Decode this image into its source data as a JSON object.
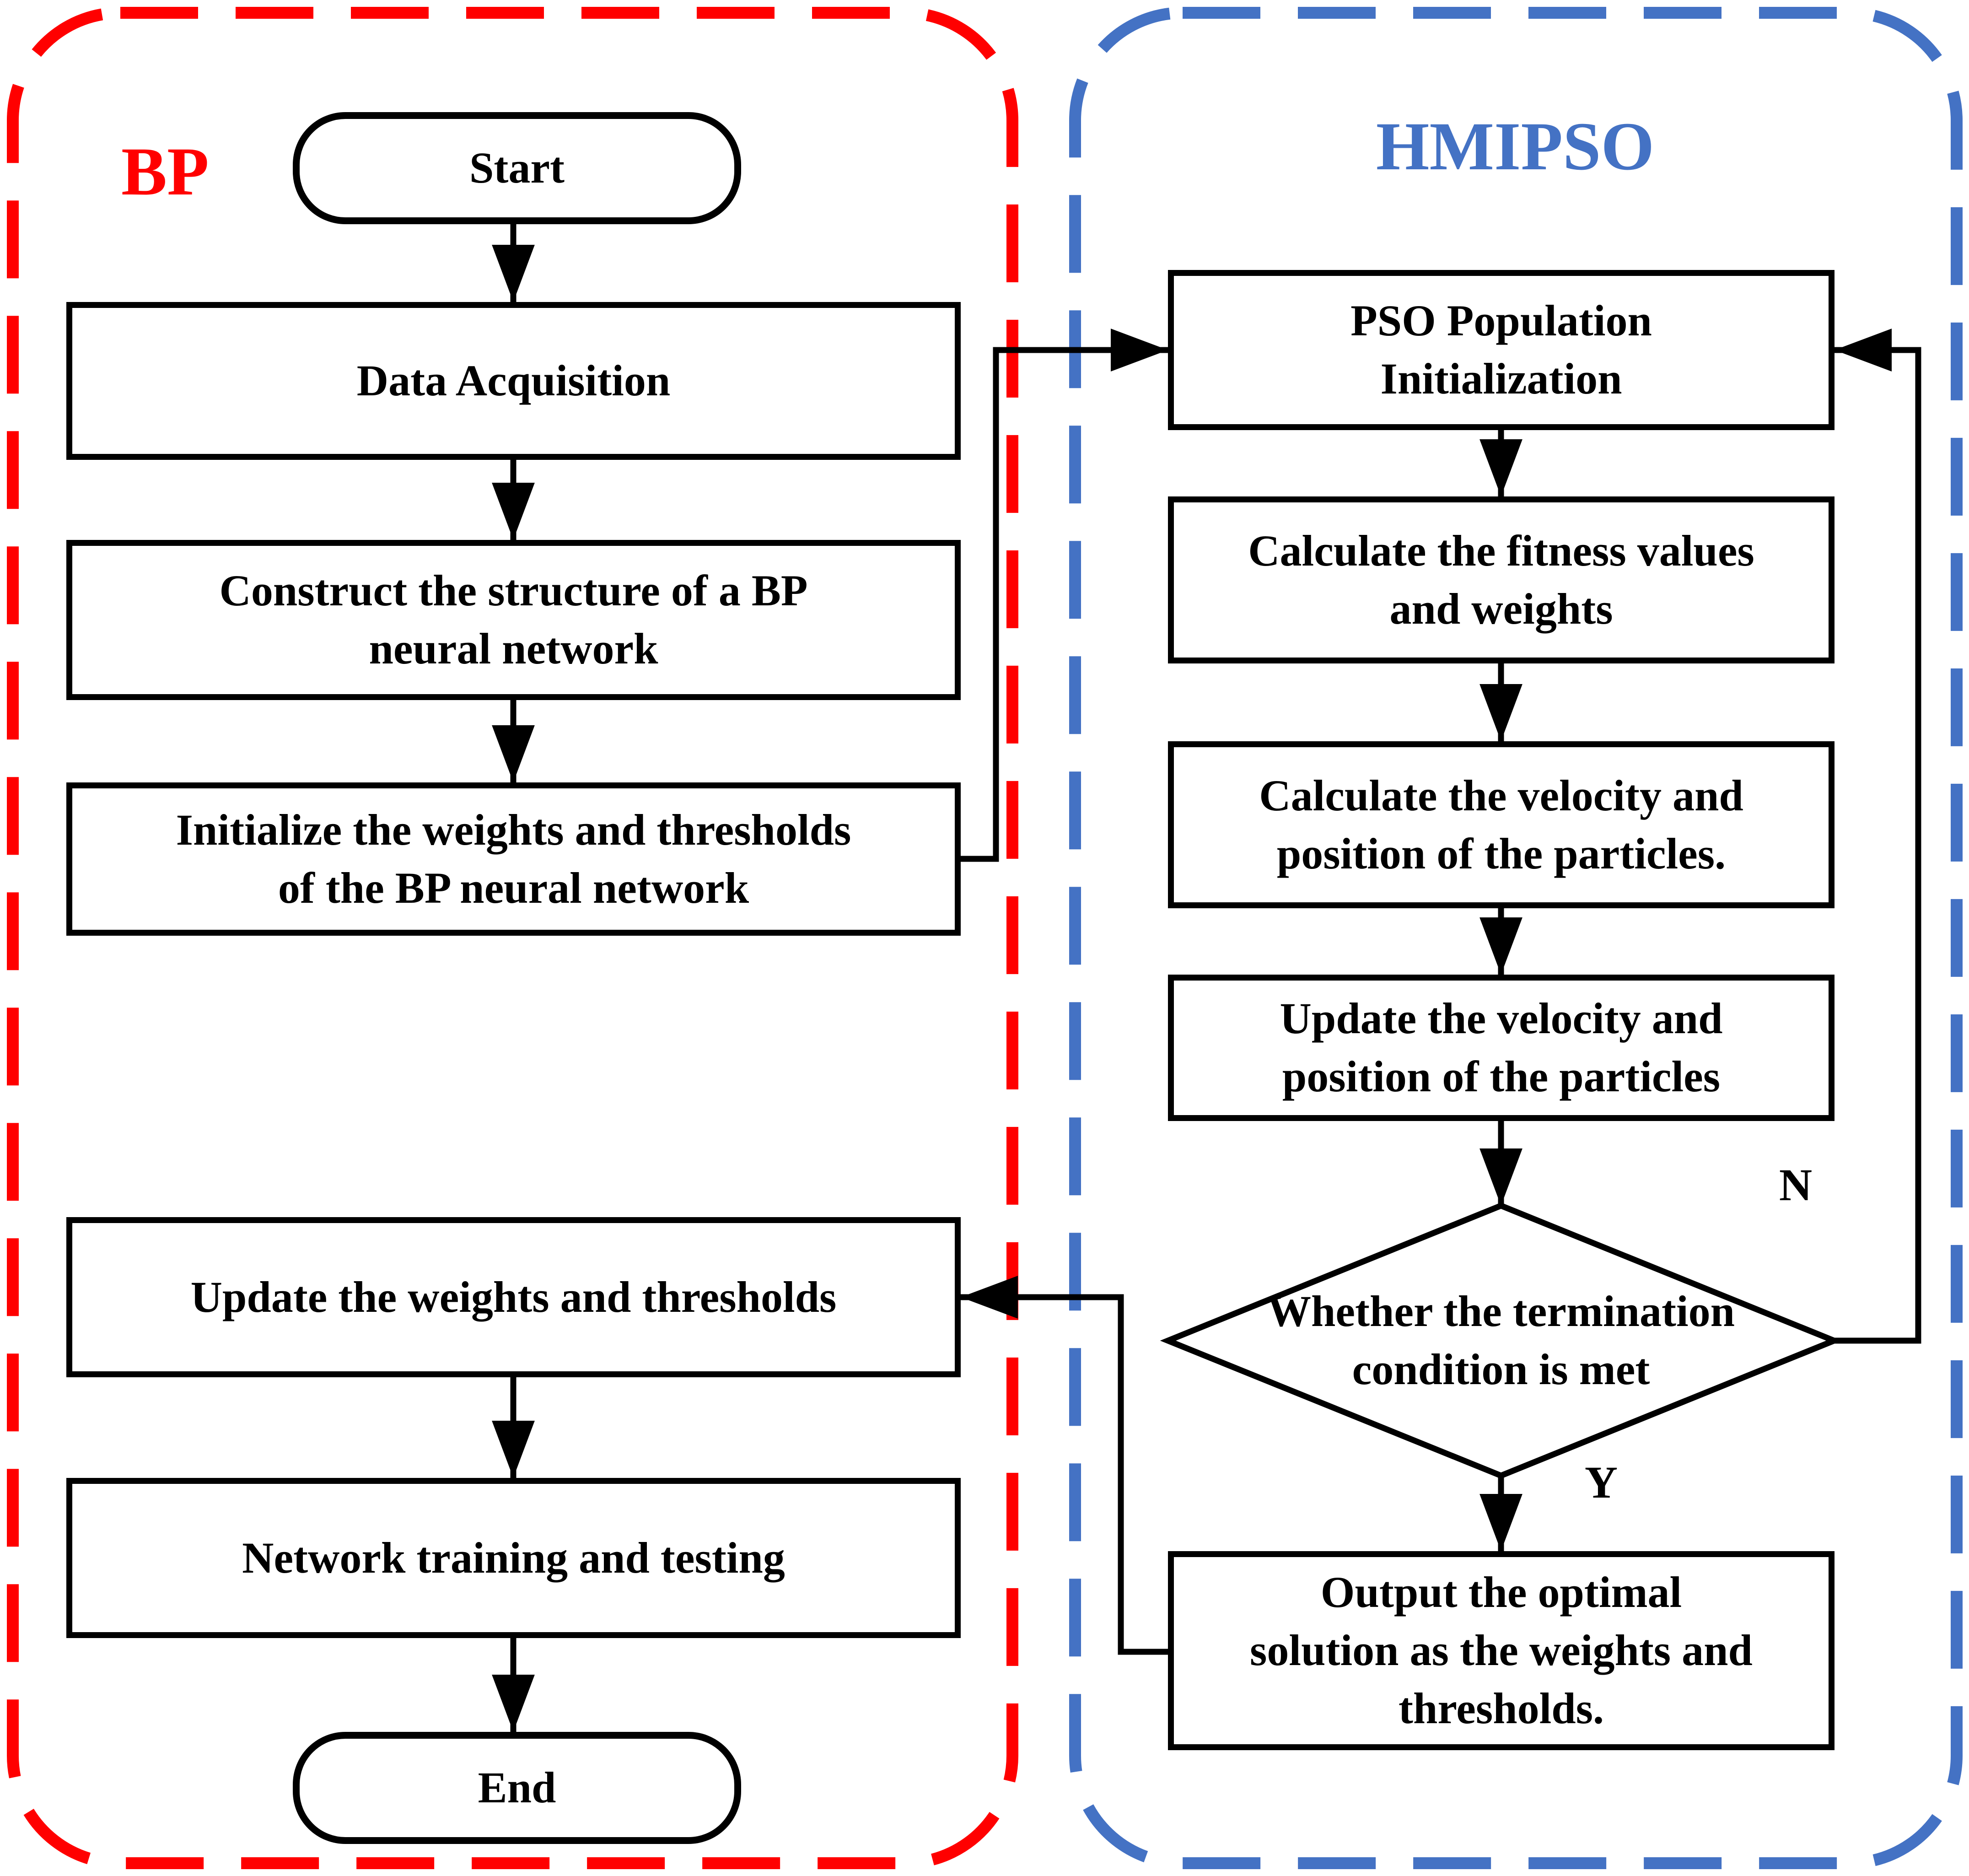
{
  "figure": {
    "type": "flowchart",
    "description": "BP neural network optimized by HMIPSO flow diagram"
  },
  "regions": {
    "bp": {
      "label": "BP",
      "color": "#ff0000"
    },
    "hmipso": {
      "label": "HMIPSO",
      "color": "#4472c4"
    }
  },
  "nodes": {
    "start": {
      "label": "Start",
      "shape": "terminator"
    },
    "data_acquisition": {
      "label": "Data Acquisition",
      "shape": "process"
    },
    "construct_bp": {
      "label": "Construct the structure of a BP\nneural network",
      "shape": "process"
    },
    "initialize_bp": {
      "label": "Initialize the weights and thresholds\nof the BP neural network",
      "shape": "process"
    },
    "update_weights": {
      "label": "Update the weights and thresholds",
      "shape": "process"
    },
    "network_training": {
      "label": "Network training and testing",
      "shape": "process"
    },
    "end": {
      "label": "End",
      "shape": "terminator"
    },
    "pso_init": {
      "label": "PSO Population\nInitialization",
      "shape": "process"
    },
    "calc_fitness": {
      "label": "Calculate the fitness values\nand weights",
      "shape": "process"
    },
    "calc_velocity": {
      "label": "Calculate the velocity and\nposition of the particles.",
      "shape": "process"
    },
    "update_velocity": {
      "label": "Update the velocity and\nposition of the particles",
      "shape": "process"
    },
    "termination": {
      "label": "Whether the termination\ncondition is met",
      "shape": "decision"
    },
    "output_solution": {
      "label": "Output the optimal\nsolution as the weights and\nthresholds.",
      "shape": "process"
    }
  },
  "edge_labels": {
    "no": "N",
    "yes": "Y"
  },
  "line_color": "#000000"
}
